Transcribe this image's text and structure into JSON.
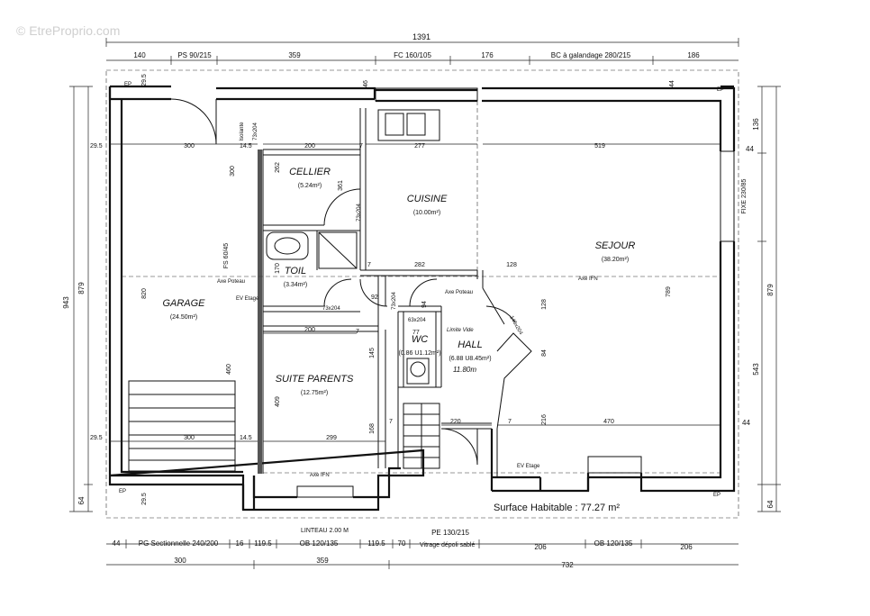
{
  "watermark": "© EtreProprio.com",
  "rooms": {
    "cellier": {
      "name": "CELLIER",
      "area": "(5.24m²)"
    },
    "cuisine": {
      "name": "CUISINE",
      "area": "(10.00m²)"
    },
    "sejour": {
      "name": "SEJOUR",
      "area": "(38.20m²)"
    },
    "garage": {
      "name": "GARAGE",
      "area": "(24.50m²)"
    },
    "toil": {
      "name": "TOIL",
      "area": "(3.34m²)"
    },
    "wc": {
      "name": "WC",
      "area": "(0.86 U1.12m²)"
    },
    "hall": {
      "name": "HALL",
      "area": "(6.88 U8.45m²)",
      "extra": "11.80m"
    },
    "suite": {
      "name": "SUITE PARENTS",
      "area": "(12.75m²)"
    }
  },
  "surface": {
    "label": "Surface Habitable :  77.27 m²"
  },
  "annotations": {
    "limite_vide": "Limite Vide",
    "axe_ifn_top": "Axe IFN",
    "axe_ifn_bottom": "Axe IFN",
    "axe_poteau_left": "Axe Poteau",
    "axe_poteau_right": "Axe Poteau",
    "ev_etage_left": "EV Etage",
    "ev_etage_bottom": "EV Etage",
    "ep_tl": "EP",
    "ep_tr": "EP",
    "ep_bl": "EP",
    "ep_br": "EP",
    "linteau": "LINTEAU 2.00 M",
    "vitrage": "Vitrage dépoli sablé",
    "fs_left": "FS 60/45",
    "fixe_right": "FIXE 230/85",
    "isolante": "Isolante",
    "door_73x204_a": "73x204",
    "door_73x204_b": "73x204",
    "door_73x204_c": "73x204",
    "door_73x204_d": "73x204",
    "door_63x204": "63x204",
    "door_146x204": "146x204"
  },
  "top_dims": {
    "overall": "1391",
    "row": [
      "140",
      "PS 90/215",
      "359",
      "FC 160/105",
      "176",
      "BC à galandage 280/215",
      "186"
    ]
  },
  "bottom_dims": {
    "row1": [
      "44",
      "PG Sectionnelle 240/200",
      "16",
      "119.5",
      "OB 120/135",
      "119.5",
      "70",
      "206",
      "OB 120/135",
      "206"
    ],
    "row2": [
      "300",
      "359",
      "732"
    ],
    "pe": "PE 130/215"
  },
  "left_dims": [
    "943",
    "879",
    "64"
  ],
  "right_dims": [
    "136",
    "44",
    "879",
    "543",
    "44",
    "64"
  ],
  "inner_dims": {
    "d300a": "300",
    "d29_5a": "29.5",
    "d14_5a": "14.5",
    "d200a": "200",
    "d7a": "7",
    "d277": "277",
    "d519": "519",
    "d300v": "300",
    "d262": "262",
    "d361": "361",
    "d820": "820",
    "d170": "170",
    "d282": "282",
    "d128a": "128",
    "d789": "789",
    "d92": "92",
    "d77": "77",
    "d94": "94",
    "d128b": "128",
    "d84": "84",
    "d200b": "200",
    "d145": "145",
    "d460": "460",
    "d409": "409",
    "d168": "168",
    "d220": "220",
    "d470": "470",
    "d216": "216",
    "d300b": "300",
    "d14_5b": "14.5",
    "d299": "299",
    "d29_5b": "29.5",
    "d29_5c": "29.5",
    "d29_5d": "29.5",
    "d46": "46",
    "d44": "44",
    "d7b": "7",
    "d7c": "7",
    "d7d": "7",
    "d7e": "7"
  }
}
